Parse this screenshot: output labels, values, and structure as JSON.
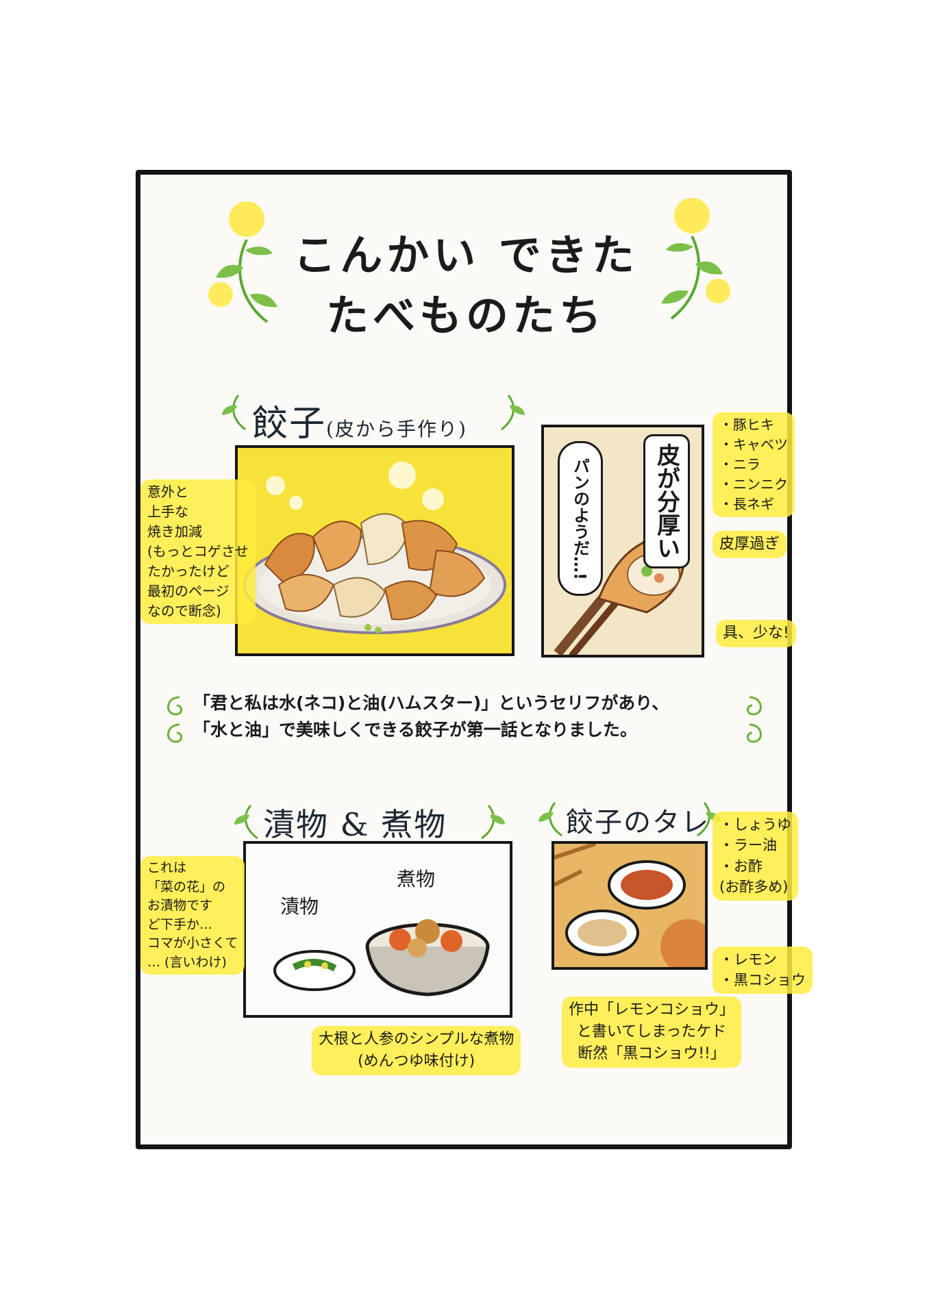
{
  "header": {
    "title_line1": "こんかい できた",
    "title_line2": "たべものたち"
  },
  "gyoza": {
    "heading": "餃子",
    "heading_note": "(皮から手作り)",
    "left_note": "意外と\n上手な\n焼き加減\n(もっとコゲさせ\nたかったけど\n最初のページ\nなので断念)",
    "bubble1": "皮が分厚い",
    "bubble2": "パンのようだ…!",
    "ingredients": "・豚ヒキ\n・キャベツ\n・ニラ\n・ニンニク\n・長ネギ",
    "note_thick": "皮厚過ぎ",
    "note_filling": "具、少な!",
    "caption": "「君と私は水(ネコ)と油(ハムスター)」というセリフがあり、\n「水と油」で美味しくできる餃子が第一話となりました。"
  },
  "tsukemono": {
    "heading": "漬物 & 煮物",
    "label_pickles": "漬物",
    "label_nimono": "煮物",
    "left_note": "これは\n「菜の花」の\nお漬物です\nど下手か…\nコマが小さくて\n… (言いわけ)",
    "bottom_note": "大根と人参のシンプルな煮物\n(めんつゆ味付け)"
  },
  "tare": {
    "heading": "餃子のタレ",
    "note_top": "・しょうゆ\n・ラー油\n・お酢\n(お酢多め)",
    "note_bottom": "・レモン\n・黒コショウ",
    "bottom_note": "作中「レモンコショウ」\nと書いてしまったケド\n断然「黒コショウ!!」"
  },
  "colors": {
    "highlight": "#ffe93f",
    "panel_yellow": "#f7e23a",
    "leaf_green": "#6bb23a",
    "frame": "#141414"
  }
}
